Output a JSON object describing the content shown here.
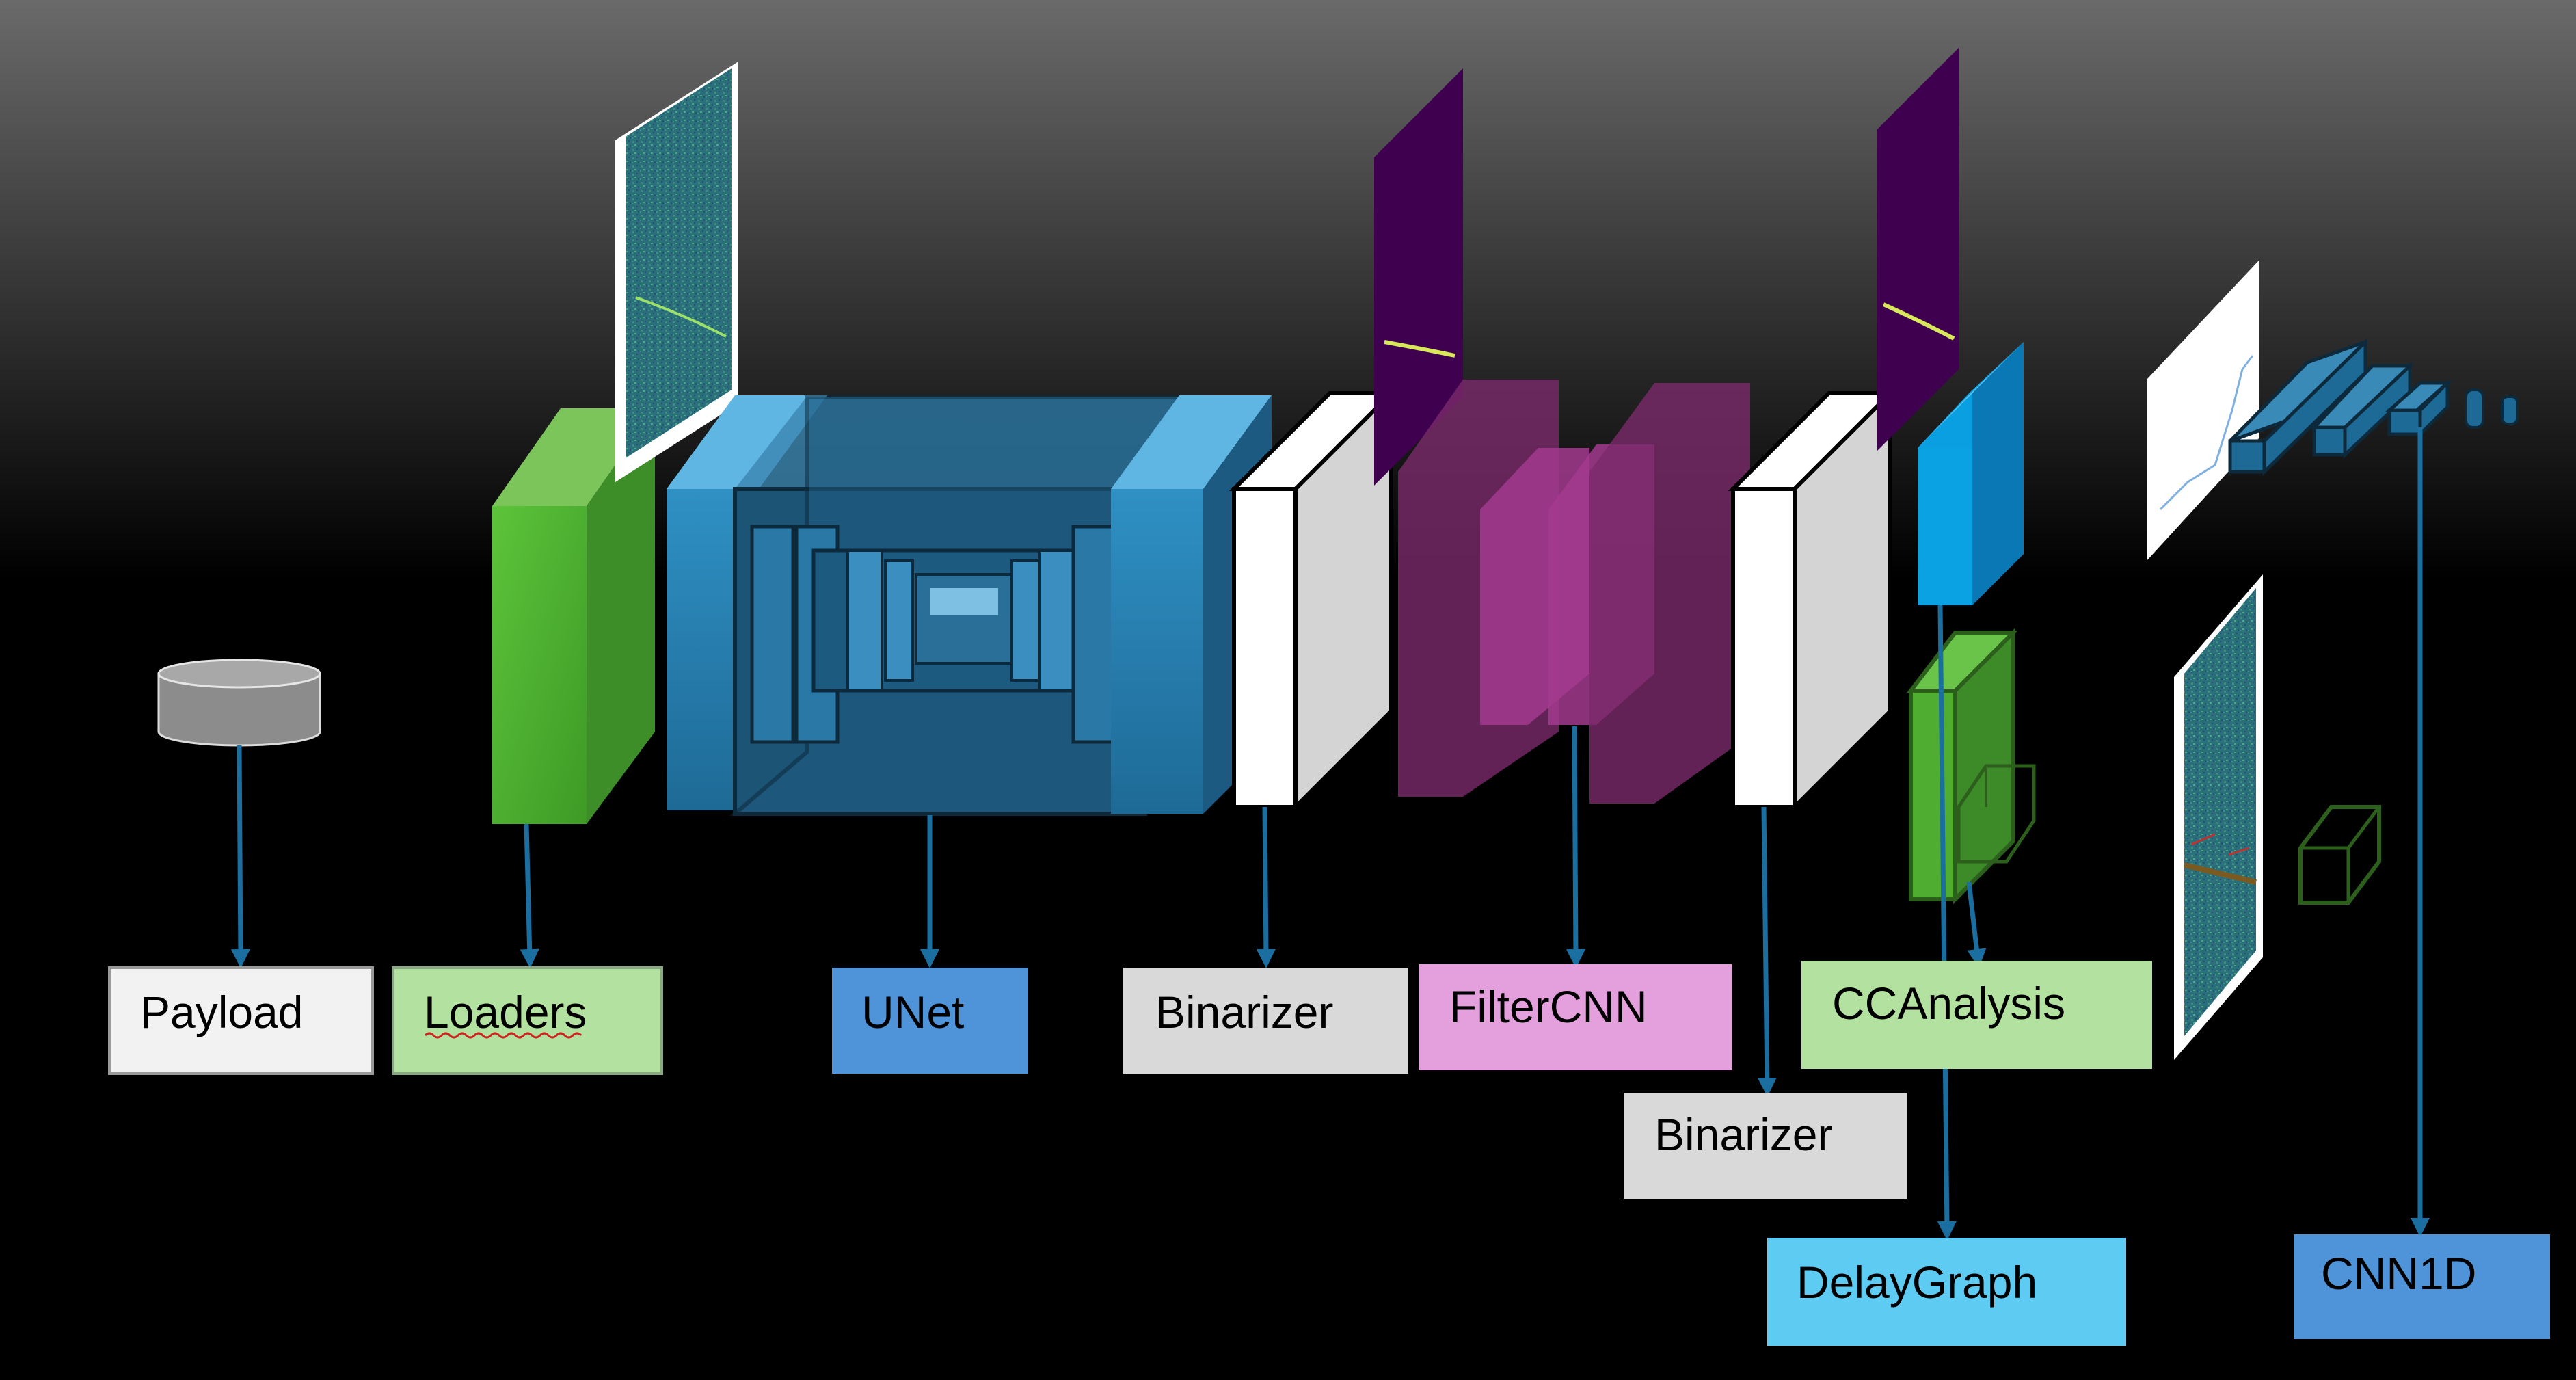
{
  "labels": {
    "payload": "Payload",
    "loaders": "Loaders",
    "unet": "UNet",
    "binarizer_1": "Binarizer",
    "filtercnn": "FilterCNN",
    "binarizer_2": "Binarizer",
    "ccanalysis": "CCAnalysis",
    "delaygraph": "DelayGraph",
    "cnn1d": "CNN1D"
  },
  "colors": {
    "background_top": "#6a6a6a",
    "background_bottom": "#000000",
    "arrow": "#1a6fa0",
    "payload_box": "#f2f2f2",
    "loaders_box": "#b3e2a0",
    "unet_box": "#4f93d8",
    "binarizer_box": "#d9d9d9",
    "filtercnn_box": "#e3a0dd",
    "ccanalysis_box": "#b3e2a0",
    "delaygraph_box": "#5ecbf2",
    "cnn1d_box": "#4f93d8",
    "green_block": "#4fae32",
    "blue_block": "#2e8bbf",
    "purple_block": "#7a2a6a",
    "plot_purple": "#3f0050"
  }
}
